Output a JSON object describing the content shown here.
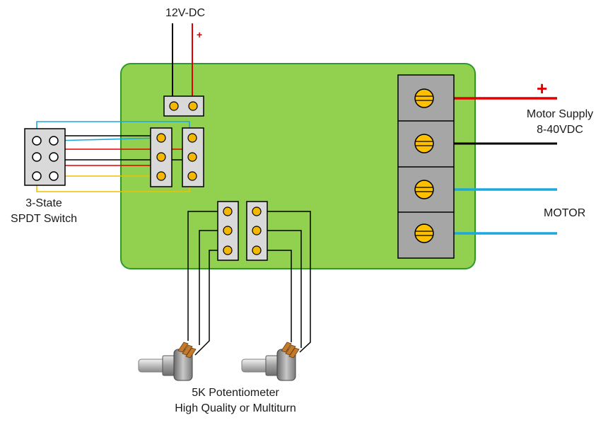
{
  "labels": {
    "power_input": "12V-DC",
    "power_plus": "+",
    "motor_supply_plus": "+",
    "motor_supply_line1": "Motor Supply",
    "motor_supply_line2": "8-40VDC",
    "motor": "MOTOR",
    "switch_line1": "3-State",
    "switch_line2": "SPDT Switch",
    "pot_line1": "5K Potentiometer",
    "pot_line2": "High Quality or Multiturn"
  },
  "colors": {
    "board": "#92d050",
    "board_border": "#2e9a2e",
    "header": "#d9d9d9",
    "pin": "#f5b800",
    "terminal_block": "#a6a6a6",
    "terminal_screw": "#ffc000",
    "wire_red": "#e00000",
    "wire_black": "#000000",
    "wire_blue": "#1ba7e0",
    "wire_yellow": "#f0c000",
    "label_plus_red": "#e00000"
  },
  "icons": {
    "switch": "spdt-switch-icon",
    "potentiometer": "potentiometer-icon",
    "screw": "screw-terminal-icon"
  }
}
